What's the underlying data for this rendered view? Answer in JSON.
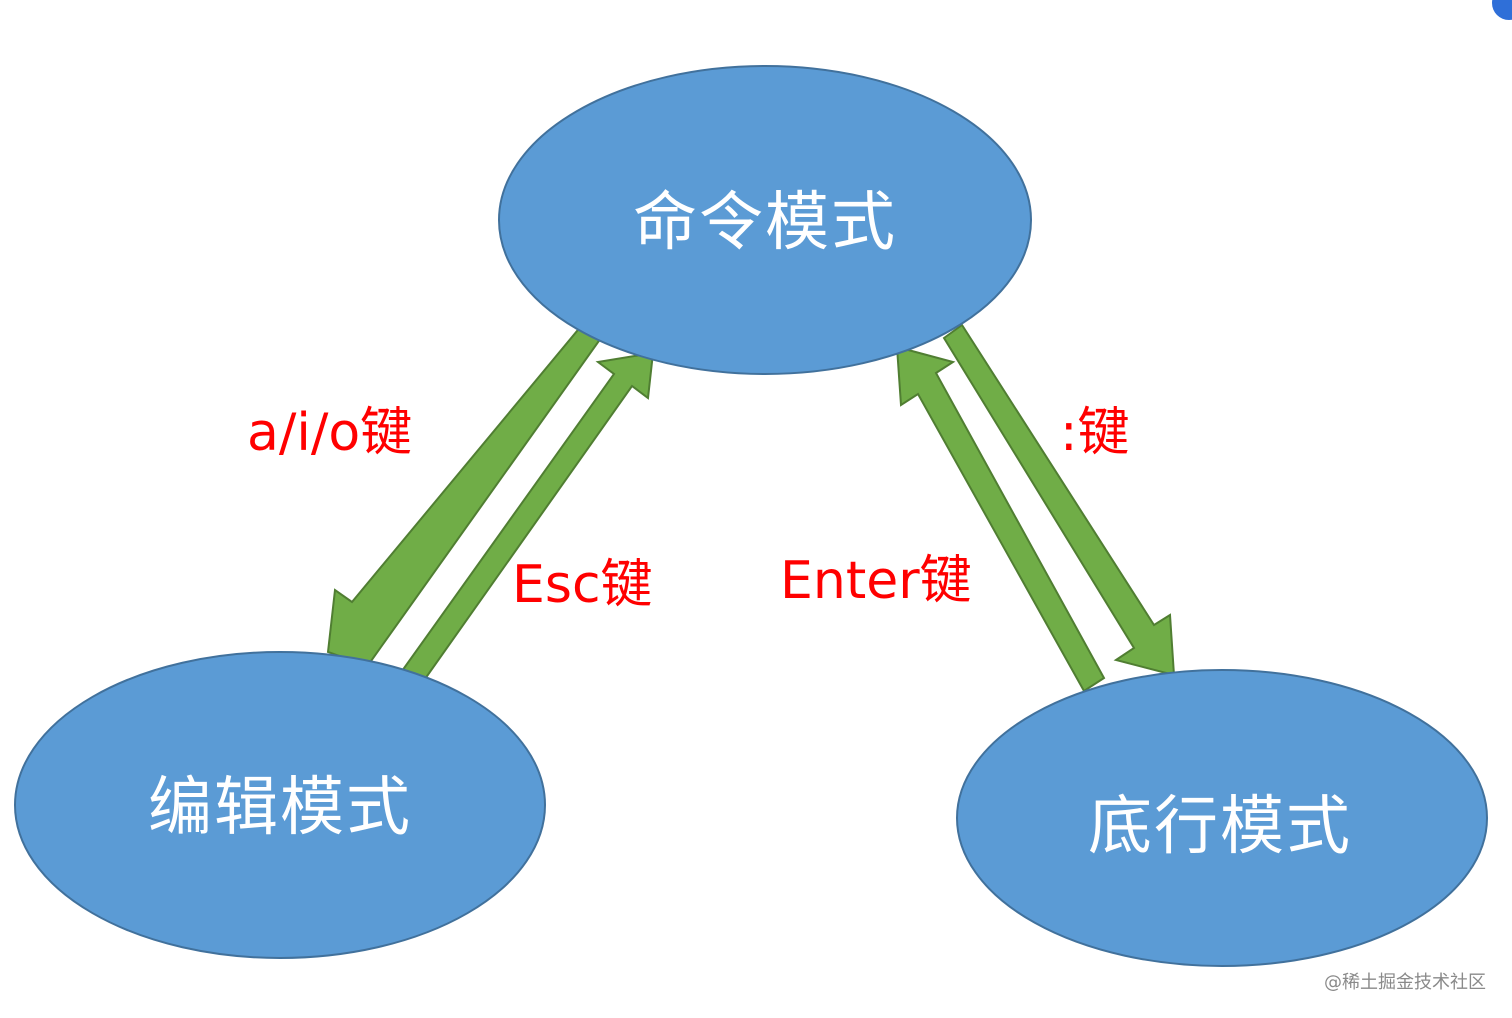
{
  "nodes": {
    "command": {
      "label": "命令模式"
    },
    "edit": {
      "label": "编辑模式"
    },
    "bottom_line": {
      "label": "底行模式"
    }
  },
  "edges": {
    "command_to_edit": {
      "label": "a/i/o键"
    },
    "edit_to_command": {
      "label": "Esc键"
    },
    "command_to_bottom": {
      "label": ":键"
    },
    "bottom_to_command": {
      "label": "Enter键"
    }
  },
  "watermark": "@稀土掘金技术社区",
  "colors": {
    "node_fill": "#5b9bd5",
    "node_stroke": "#41719c",
    "arrow_fill": "#70ad47",
    "arrow_stroke": "#507e32",
    "label_red": "#ff0000"
  }
}
